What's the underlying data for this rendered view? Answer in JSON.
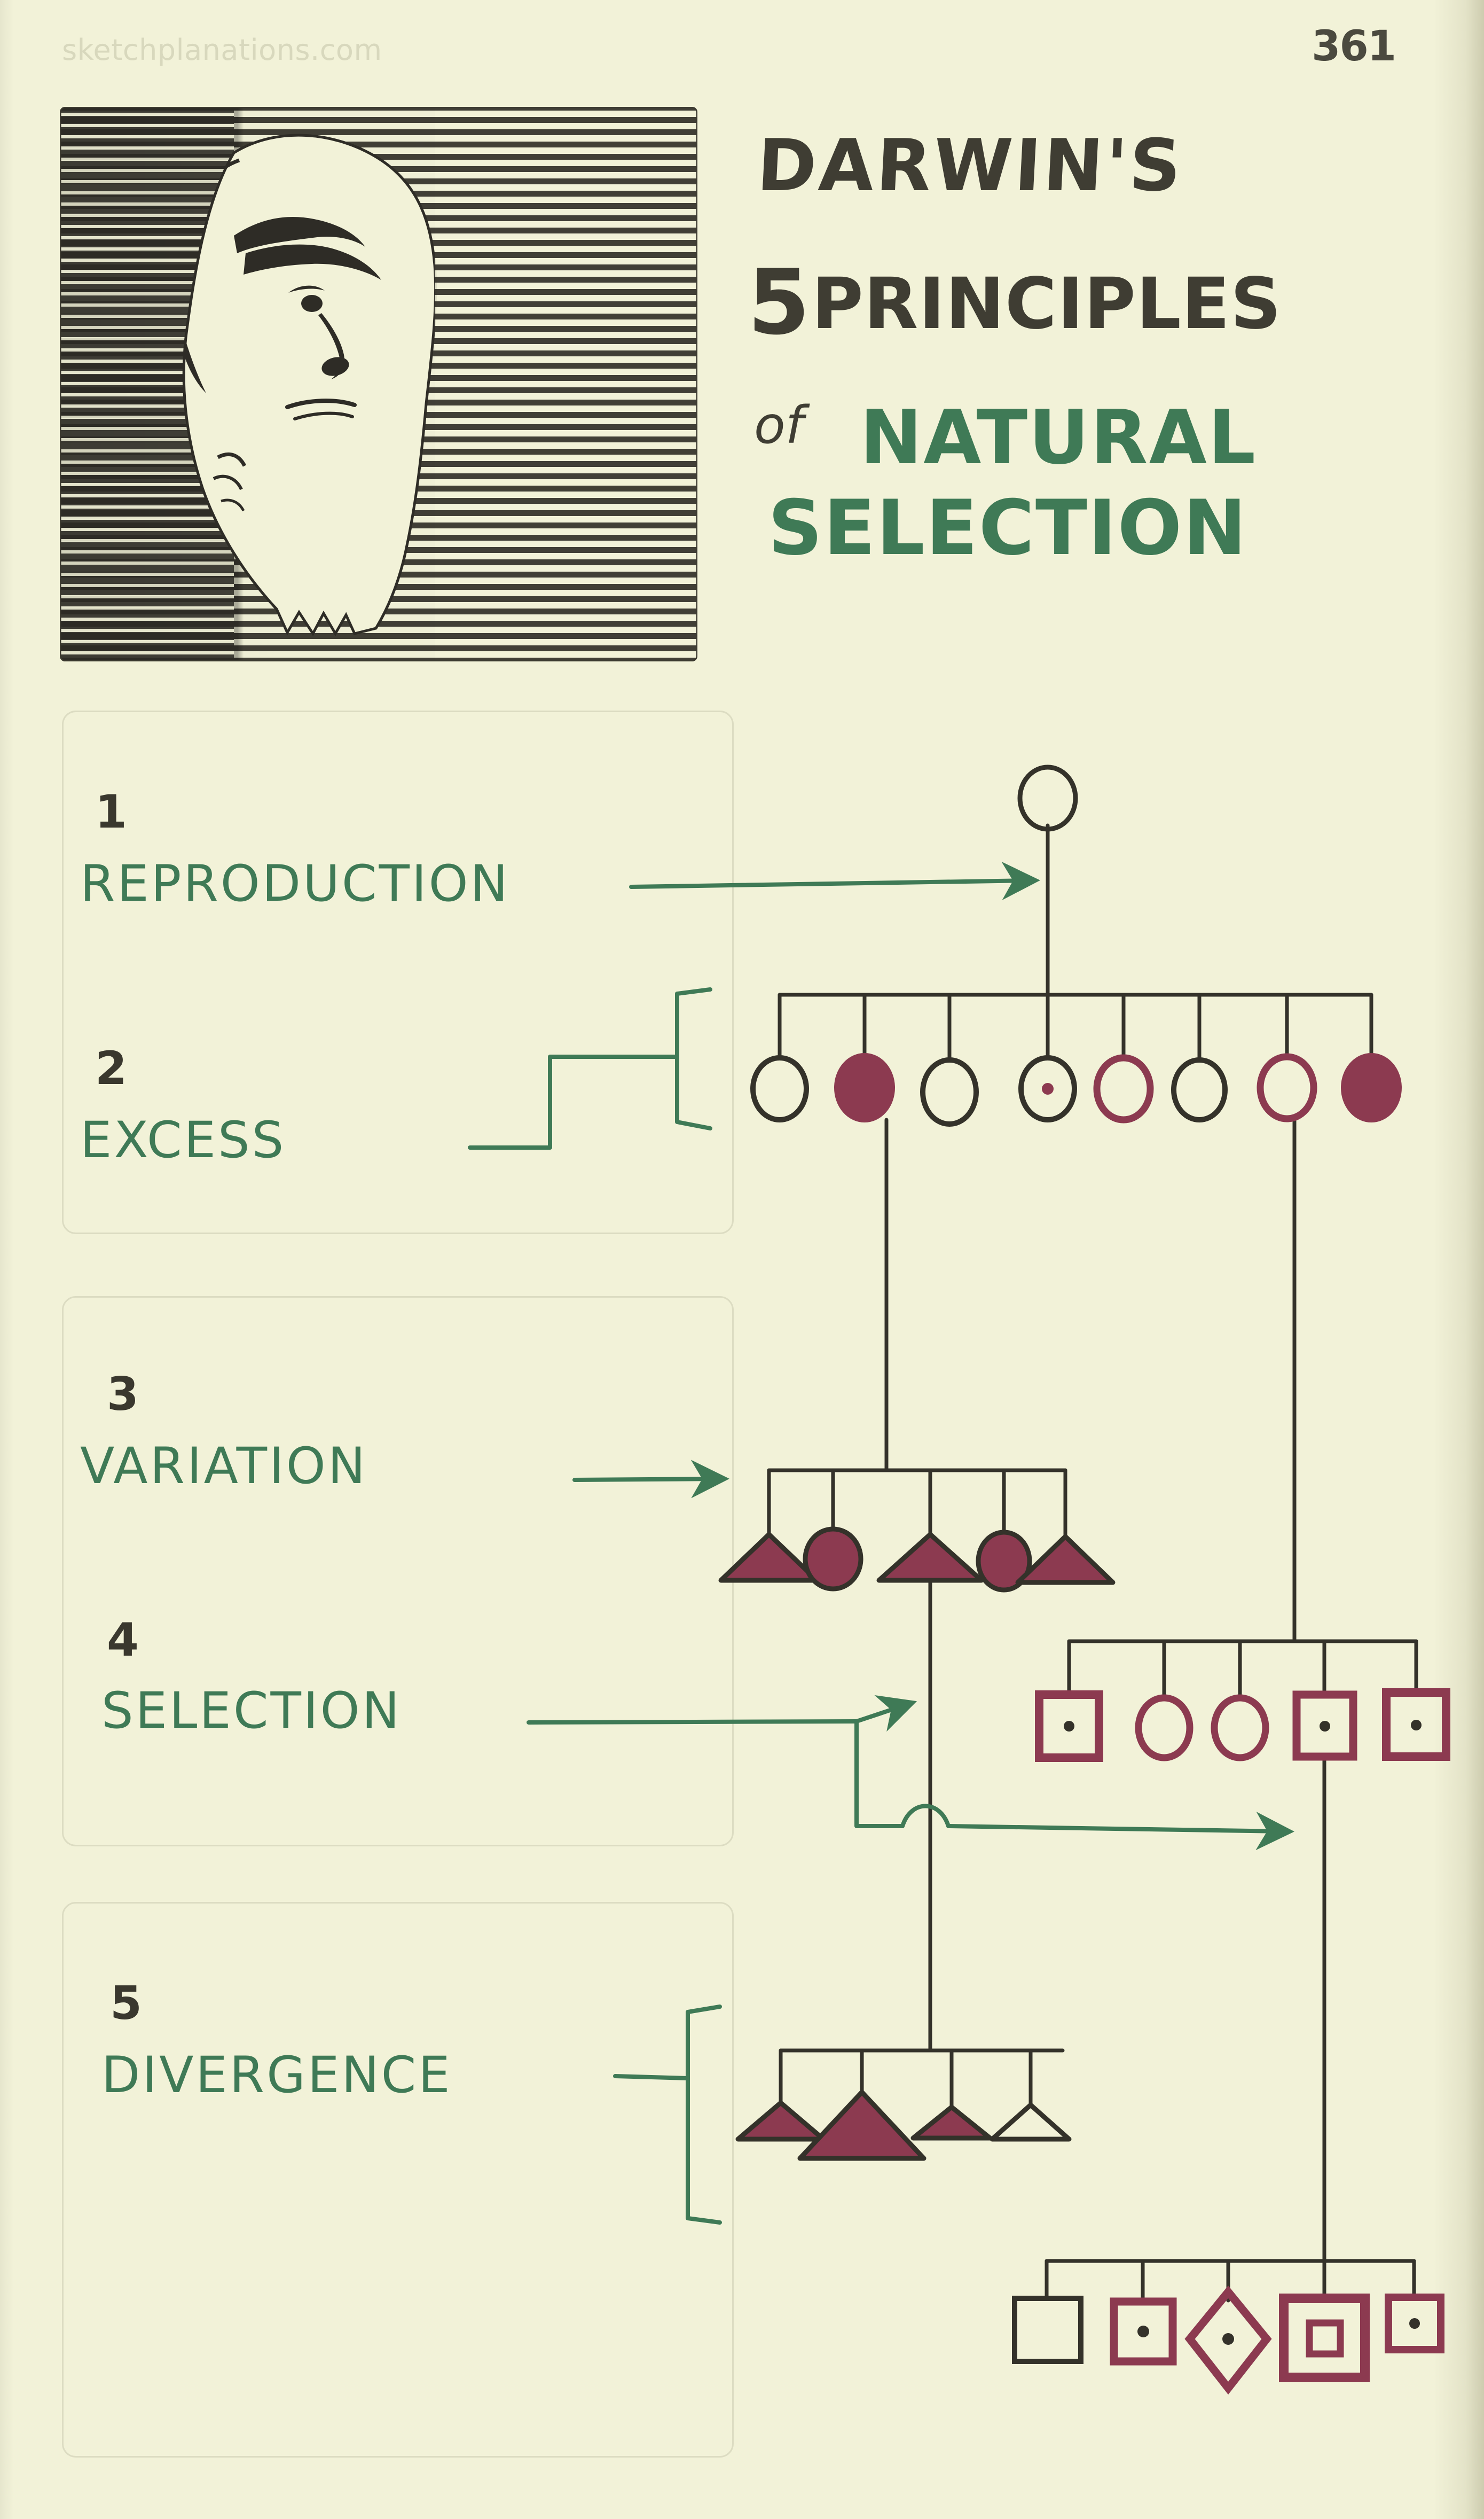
{
  "page": {
    "watermark": "sketchplanations.com",
    "page_number": "361",
    "background_color": "#f2f2d8"
  },
  "heading": {
    "line1": "DARWIN'S",
    "numeral": "5",
    "line2": "PRINCIPLES",
    "connector": "of",
    "line3": "NATURAL",
    "line4": "SELECTION",
    "ink_black": "#3f3d33",
    "ink_green": "#3f7a56"
  },
  "portrait": {
    "subject": "charles-darwin-portrait",
    "style": "hatched-line-engraving"
  },
  "principles": [
    {
      "number": "1",
      "label": "REPRODUCTION",
      "connector": "arrow-right"
    },
    {
      "number": "2",
      "label": "EXCESS",
      "connector": "step-bracket"
    },
    {
      "number": "3",
      "label": "VARIATION",
      "connector": "arrow-right"
    },
    {
      "number": "4",
      "label": "SELECTION",
      "connector": "forked-arrow"
    },
    {
      "number": "5",
      "label": "DIVERGENCE",
      "connector": "tall-bracket"
    }
  ],
  "chart_data": {
    "type": "diagram",
    "title": "Darwin's 5 Principles of Natural Selection",
    "description": "Pedigree / descent tree showing successive generations of offspring symbols",
    "ink_outline": "#34322a",
    "ink_fill": "#8c3a50",
    "generations": [
      {
        "id": "ancestor",
        "label": "founding individual",
        "shapes": [
          {
            "shape": "circle",
            "fill": "none",
            "outline": "black"
          }
        ]
      },
      {
        "id": "generation-1",
        "label": "excess offspring",
        "count": 8,
        "shapes": [
          {
            "shape": "circle",
            "fill": "none",
            "outline": "black",
            "marker": "none",
            "descends": false
          },
          {
            "shape": "circle",
            "fill": "solid",
            "outline": "red",
            "marker": "none",
            "descends": true
          },
          {
            "shape": "circle",
            "fill": "none",
            "outline": "black",
            "marker": "none",
            "descends": false
          },
          {
            "shape": "circle",
            "fill": "none",
            "outline": "black",
            "marker": "dot",
            "descends": false
          },
          {
            "shape": "circle",
            "fill": "none",
            "outline": "red",
            "marker": "none",
            "descends": false
          },
          {
            "shape": "circle",
            "fill": "none",
            "outline": "black",
            "marker": "none",
            "descends": false
          },
          {
            "shape": "circle",
            "fill": "none",
            "outline": "red",
            "marker": "none",
            "descends": true
          },
          {
            "shape": "circle",
            "fill": "solid",
            "outline": "red",
            "marker": "none",
            "descends": false
          }
        ]
      },
      {
        "id": "generation-2-left",
        "label": "variation",
        "count": 5,
        "shapes": [
          {
            "shape": "triangle",
            "fill": "solid",
            "outline": "black",
            "descends": false
          },
          {
            "shape": "circle",
            "fill": "solid",
            "outline": "black",
            "descends": false
          },
          {
            "shape": "triangle",
            "fill": "solid",
            "outline": "black",
            "descends": true
          },
          {
            "shape": "circle",
            "fill": "solid",
            "outline": "black",
            "descends": false
          },
          {
            "shape": "triangle",
            "fill": "solid",
            "outline": "black",
            "descends": false
          }
        ]
      },
      {
        "id": "generation-2-right",
        "label": "selection",
        "count": 5,
        "shapes": [
          {
            "shape": "square",
            "fill": "none",
            "outline": "red",
            "marker": "dot",
            "descends": false
          },
          {
            "shape": "circle",
            "fill": "none",
            "outline": "red",
            "marker": "none",
            "descends": false
          },
          {
            "shape": "circle",
            "fill": "none",
            "outline": "red",
            "marker": "none",
            "descends": false
          },
          {
            "shape": "square",
            "fill": "none",
            "outline": "red",
            "marker": "dot",
            "descends": true
          },
          {
            "shape": "square",
            "fill": "none",
            "outline": "red",
            "marker": "dot",
            "descends": false
          }
        ]
      },
      {
        "id": "generation-3-left",
        "label": "divergence left",
        "count": 4,
        "shapes": [
          {
            "shape": "triangle",
            "size": "small",
            "fill": "solid",
            "outline": "black"
          },
          {
            "shape": "triangle",
            "size": "large",
            "fill": "solid",
            "outline": "black"
          },
          {
            "shape": "triangle",
            "size": "small",
            "fill": "solid",
            "outline": "black"
          },
          {
            "shape": "triangle",
            "size": "medium",
            "fill": "none",
            "outline": "black"
          }
        ]
      },
      {
        "id": "generation-3-right",
        "label": "divergence right",
        "count": 5,
        "shapes": [
          {
            "shape": "square",
            "size": "medium",
            "fill": "none",
            "outline": "black",
            "marker": "none"
          },
          {
            "shape": "square",
            "size": "medium",
            "fill": "none",
            "outline": "red",
            "marker": "dot"
          },
          {
            "shape": "diamond",
            "size": "medium",
            "fill": "none",
            "outline": "red",
            "marker": "dot"
          },
          {
            "shape": "square",
            "size": "large",
            "fill": "none",
            "outline": "red",
            "marker": "inner-square"
          },
          {
            "shape": "square",
            "size": "small",
            "fill": "none",
            "outline": "red",
            "marker": "dot"
          }
        ]
      }
    ]
  }
}
